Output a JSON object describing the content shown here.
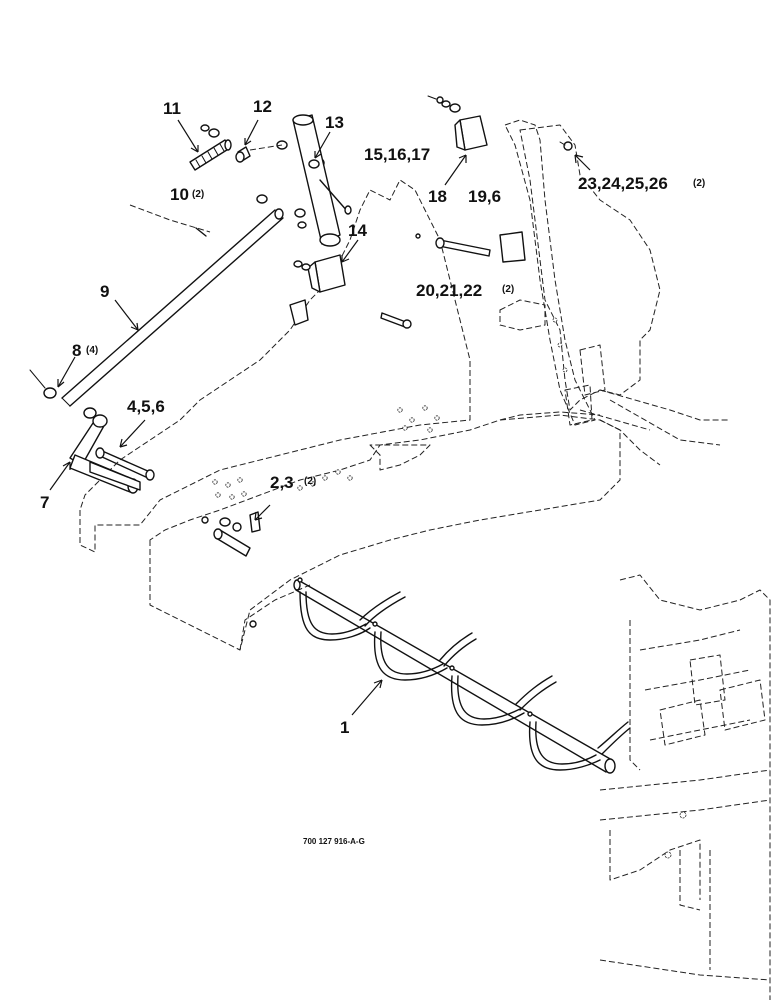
{
  "callouts": [
    {
      "id": "c1",
      "text": "1",
      "qty": ""
    },
    {
      "id": "c23",
      "text": "2,3",
      "qty": "(2)"
    },
    {
      "id": "c456",
      "text": "4,5,6",
      "qty": ""
    },
    {
      "id": "c7",
      "text": "7",
      "qty": ""
    },
    {
      "id": "c8",
      "text": "8",
      "qty": "(4)"
    },
    {
      "id": "c9",
      "text": "9",
      "qty": ""
    },
    {
      "id": "c10",
      "text": "10",
      "qty": "(2)"
    },
    {
      "id": "c11",
      "text": "11",
      "qty": ""
    },
    {
      "id": "c12",
      "text": "12",
      "qty": ""
    },
    {
      "id": "c13",
      "text": "13",
      "qty": ""
    },
    {
      "id": "c14",
      "text": "14",
      "qty": ""
    },
    {
      "id": "c151617",
      "text": "15,16,17",
      "qty": ""
    },
    {
      "id": "c18",
      "text": "18",
      "qty": ""
    },
    {
      "id": "c196",
      "text": "19,6",
      "qty": ""
    },
    {
      "id": "c202122",
      "text": "20,21,22",
      "qty": "(2)"
    },
    {
      "id": "c23242526",
      "text": "23,24,25,26",
      "qty": "(2)"
    }
  ],
  "figure_code": "700 127 916-A-G"
}
